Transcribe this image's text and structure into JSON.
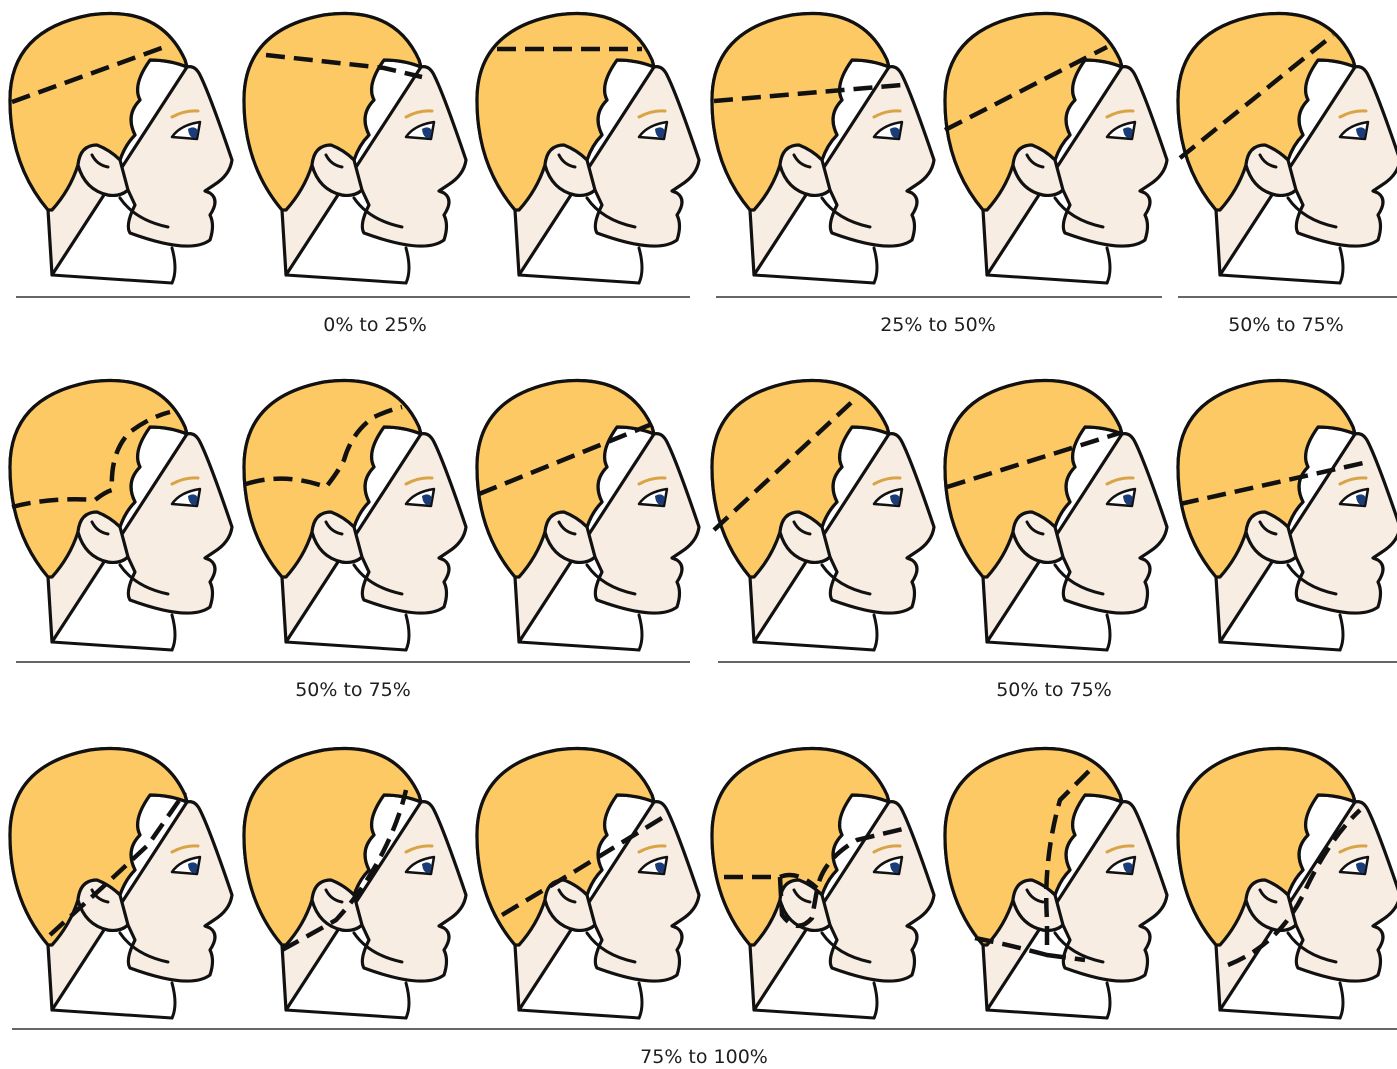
{
  "colors": {
    "hair": "#fcc964",
    "skin": "#f8ede3",
    "outline": "#111111",
    "eye": "#1a3c78",
    "brow": "#d9a446"
  },
  "sections": [
    {
      "caption": "0% to 25%"
    },
    {
      "caption": "25% to 50%"
    },
    {
      "caption": "50% to 75%"
    },
    {
      "caption": "50% to 75%"
    },
    {
      "caption": "50% to 75%"
    },
    {
      "caption": "75% to 100%"
    }
  ],
  "heads": [
    {
      "section": 0,
      "icon": "head-profile-icon"
    },
    {
      "section": 0,
      "icon": "head-profile-icon"
    },
    {
      "section": 0,
      "icon": "head-profile-icon"
    },
    {
      "section": 1,
      "icon": "head-profile-icon"
    },
    {
      "section": 1,
      "icon": "head-profile-icon"
    },
    {
      "section": 2,
      "icon": "head-profile-icon"
    },
    {
      "section": 3,
      "icon": "head-profile-icon"
    },
    {
      "section": 3,
      "icon": "head-profile-icon"
    },
    {
      "section": 3,
      "icon": "head-profile-icon"
    },
    {
      "section": 4,
      "icon": "head-profile-icon"
    },
    {
      "section": 4,
      "icon": "head-profile-icon"
    },
    {
      "section": 4,
      "icon": "head-profile-icon"
    },
    {
      "section": 5,
      "icon": "head-profile-icon"
    },
    {
      "section": 5,
      "icon": "head-profile-icon"
    },
    {
      "section": 5,
      "icon": "head-profile-icon"
    },
    {
      "section": 5,
      "icon": "head-profile-icon"
    },
    {
      "section": 5,
      "icon": "head-profile-icon"
    },
    {
      "section": 5,
      "icon": "head-profile-icon"
    }
  ]
}
